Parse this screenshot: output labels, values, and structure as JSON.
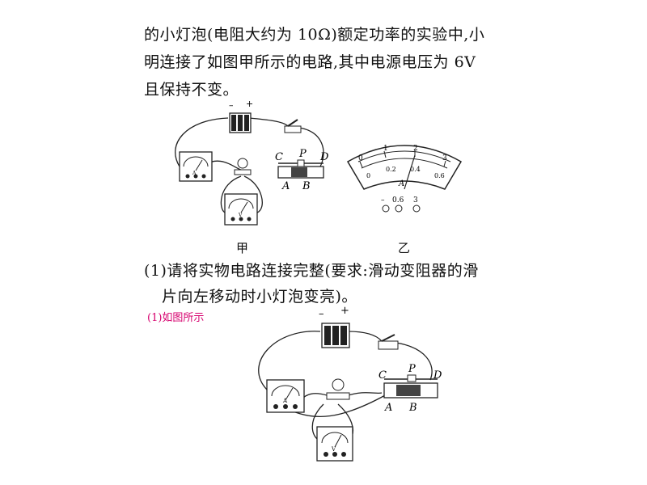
{
  "problem": {
    "line1": "的小灯泡(电阻大约为 10Ω)额定功率的实验中,小",
    "line2": "明连接了如图甲所示的电路,其中电源电压为 6V",
    "line3": "且保持不变。",
    "question_line1": "(1)请将实物电路连接完整(要求:滑动变阻器的滑",
    "question_line2": "片向左移动时小灯泡变亮)。"
  },
  "figure_jia": {
    "caption": "甲",
    "battery_minus": "–",
    "battery_plus": "+",
    "ammeter_label": "A",
    "voltmeter_label": "V",
    "rheostat_labels": {
      "C": "C",
      "P": "P",
      "D": "D",
      "A": "A",
      "B": "B"
    }
  },
  "figure_yi": {
    "caption": "乙",
    "upper_scale": [
      "0",
      "1",
      "2",
      "3"
    ],
    "lower_scale": [
      "0",
      "0.2",
      "0.4",
      "0.6"
    ],
    "dial_label": "A",
    "terminals": [
      "–",
      "0.6",
      "3"
    ]
  },
  "answer": {
    "text": "(1)如图所示",
    "battery_minus": "–",
    "battery_plus": "+",
    "ammeter_label": "A",
    "voltmeter_label": "V",
    "rheostat_labels": {
      "C": "C",
      "P": "P",
      "D": "D",
      "A": "A",
      "B": "B"
    }
  }
}
